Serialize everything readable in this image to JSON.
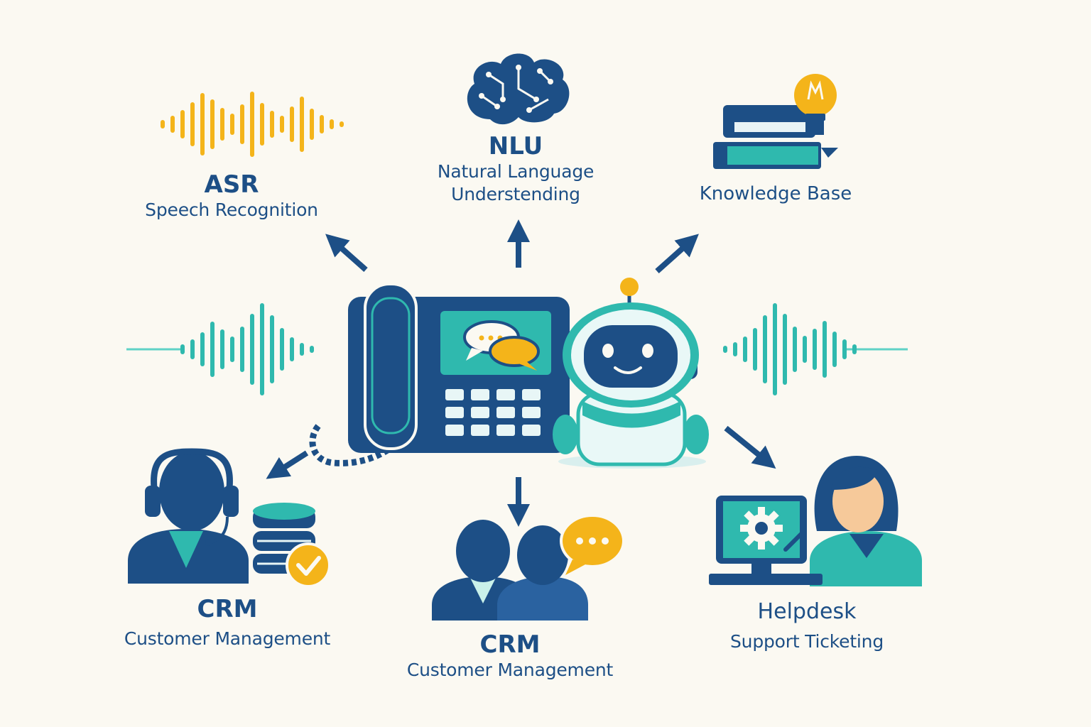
{
  "colors": {
    "navy": "#1d4f86",
    "teal": "#2fb9ae",
    "teal_light": "#5fd2c6",
    "yellow": "#f4b41a",
    "skin": "#f6c99a",
    "background": "#fbf9f2"
  },
  "center": {
    "phone_icon": "desk-phone-icon",
    "bot_icon": "robot-assistant-icon"
  },
  "nodes": {
    "asr": {
      "title": "ASR",
      "subtitle": "Speech Recognition",
      "icon": "sound-wave-icon"
    },
    "nlu": {
      "title": "NLU",
      "subtitle_line1": "Natural Language",
      "subtitle_line2": "Understending",
      "icon": "brain-circuit-icon"
    },
    "kb": {
      "title": "Knowledge Base",
      "icon": "books-lightbulb-icon"
    },
    "crm_left": {
      "title": "CRM",
      "subtitle": "Customer Management",
      "icon": "agent-headset-database-icon"
    },
    "crm_bottom": {
      "title": "CRM",
      "subtitle": "Customer Management",
      "icon": "customers-chat-icon"
    },
    "helpdesk": {
      "title": "Helpdesk",
      "subtitle": "Support Ticketing",
      "icon": "support-agent-computer-icon"
    }
  }
}
